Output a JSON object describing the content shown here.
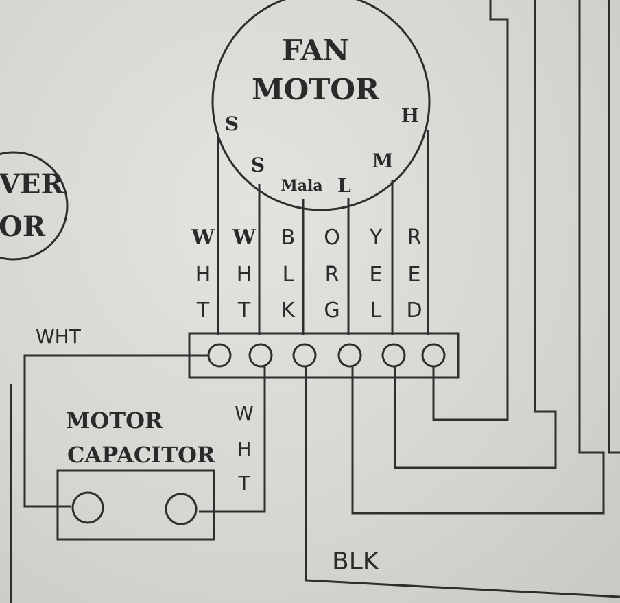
{
  "fan_motor": {
    "title_line1": "FAN",
    "title_line2": "MOTOR",
    "terminals": {
      "s_outer": "S",
      "s_inner": "S",
      "com": "Mala",
      "l": "L",
      "m": "M",
      "h": "H"
    }
  },
  "blower_motor_partial": {
    "line1": "VER",
    "line2": "OR"
  },
  "wire_labels": [
    {
      "id": "wht1",
      "letters": [
        "W",
        "H",
        "T"
      ]
    },
    {
      "id": "wht2",
      "letters": [
        "W",
        "H",
        "T"
      ]
    },
    {
      "id": "blk",
      "letters": [
        "B",
        "L",
        "K"
      ]
    },
    {
      "id": "org",
      "letters": [
        "O",
        "R",
        "G"
      ]
    },
    {
      "id": "yel",
      "letters": [
        "Y",
        "E",
        "L"
      ]
    },
    {
      "id": "red",
      "letters": [
        "R",
        "E",
        "D"
      ]
    }
  ],
  "terminal_block_left_label": "WHT",
  "capacitor": {
    "title_line1": "MOTOR",
    "title_line2": "CAPACITOR",
    "wire_label_letters": [
      "W",
      "H",
      "T"
    ]
  },
  "bottom_label": "BLK"
}
